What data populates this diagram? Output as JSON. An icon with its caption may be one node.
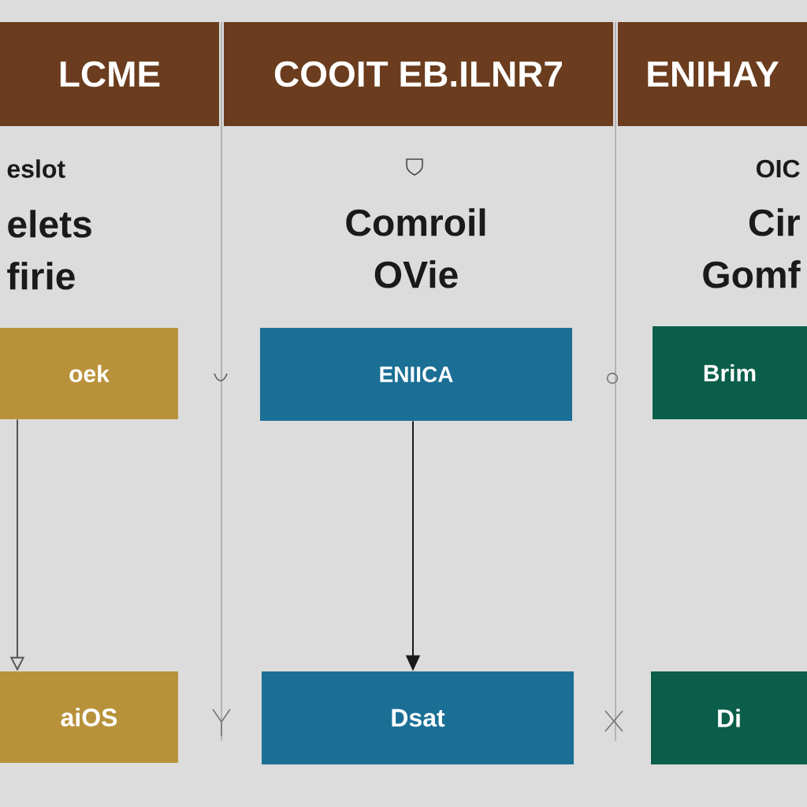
{
  "diagram": {
    "nodes": [
      {
        "text": [
          "LCME"
        ]
      },
      {
        "text": [
          "COOIT EB.ILNR7"
        ]
      },
      {
        "text": [
          "ENIHAY"
        ]
      },
      {
        "text": [
          "oek"
        ]
      },
      {
        "text": [
          "ENIICA"
        ]
      },
      {
        "text": [
          "Brim"
        ]
      },
      {
        "text": [
          "aiOS"
        ]
      },
      {
        "text": [
          "Dsat"
        ]
      },
      {
        "text": [
          "Di"
        ]
      }
    ],
    "edges": [
      {
        "from": 3,
        "to": 6,
        "arrow": "to"
      },
      {
        "from": 4,
        "to": 7,
        "arrow": "to"
      }
    ],
    "labels": [
      "eslot",
      "elets",
      "firie",
      "Comroil",
      "OVie",
      "OIC",
      "Cir",
      "Gomf"
    ]
  }
}
